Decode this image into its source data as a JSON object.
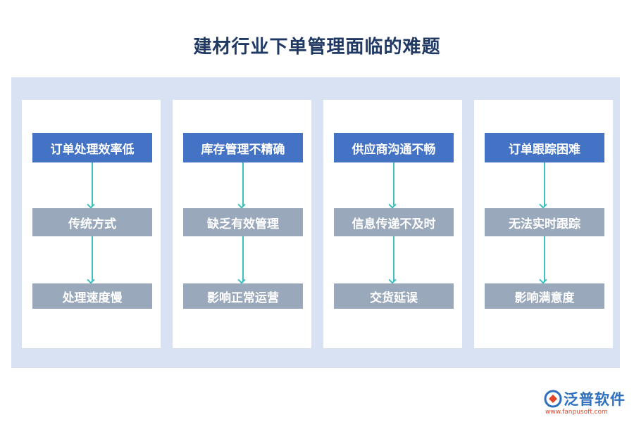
{
  "title": "建材行业下单管理面临的难题",
  "columns": [
    {
      "head": "订单处理效率低",
      "mid": "传统方式",
      "bot": "处理速度慢"
    },
    {
      "head": "库存管理不精确",
      "mid": "缺乏有效管理",
      "bot": "影响正常运营"
    },
    {
      "head": "供应商沟通不畅",
      "mid": "信息传递不及时",
      "bot": "交货延误"
    },
    {
      "head": "订单跟踪困难",
      "mid": "无法实时跟踪",
      "bot": "影响满意度"
    }
  ],
  "logo": {
    "name": "泛普软件",
    "url": "www.fanpusoft.com"
  },
  "colors": {
    "head": "#4472c4",
    "sub": "#9aa8bc",
    "arrow": "#3fbfbf",
    "panel": "#d9e2f3",
    "title": "#1f3864"
  }
}
